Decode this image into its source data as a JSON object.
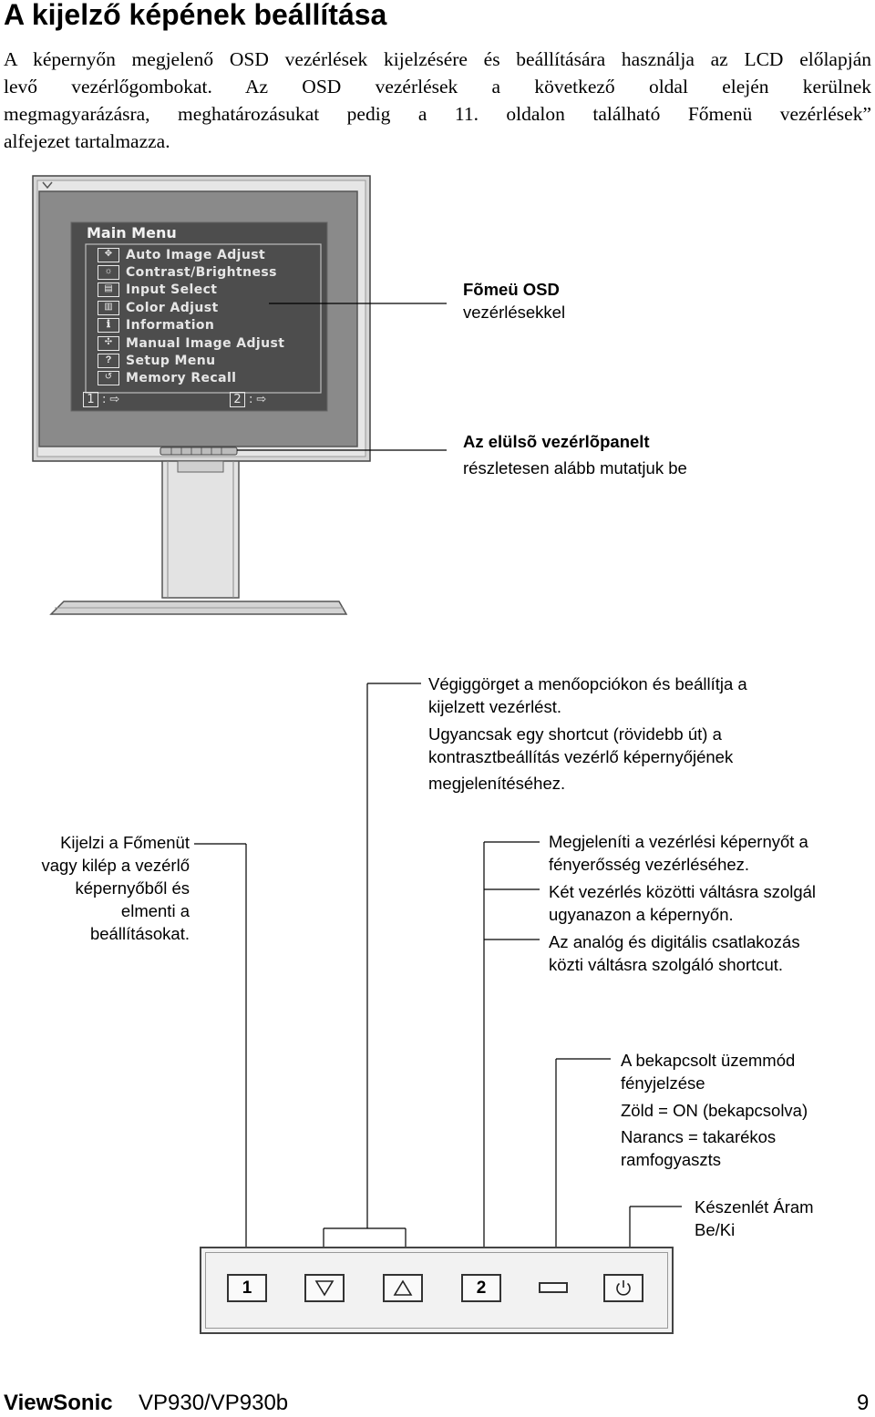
{
  "heading": "A kijelző képének beállítása",
  "intro_lines": [
    "A képernyőn megjelenő OSD vezérlések kijelzésére és beállítására használja az LCD előlapján",
    "levő vezérlőgombokat. Az OSD vezérlések a következő oldal elején kerülnek",
    "megmagyarázásra, meghatározásukat pedig a 11. oldalon található Főmenü vezérlések”",
    "alfejezet tartalmazza."
  ],
  "osd": {
    "title": "Main Menu",
    "items": [
      {
        "label": "Auto Image Adjust",
        "icon": "auto-adjust-icon"
      },
      {
        "label": "Contrast/Brightness",
        "icon": "brightness-icon"
      },
      {
        "label": "Input Select",
        "icon": "input-icon"
      },
      {
        "label": "Color Adjust",
        "icon": "color-icon"
      },
      {
        "label": "Information",
        "icon": "info-icon"
      },
      {
        "label": "Manual Image Adjust",
        "icon": "move-icon"
      },
      {
        "label": "Setup Menu",
        "icon": "question-icon"
      },
      {
        "label": "Memory Recall",
        "icon": "recall-icon"
      }
    ],
    "footer_key1": "1",
    "footer_key2": "2",
    "footer_sep": ":"
  },
  "callouts": {
    "main_menu_title": "Fõmeü OSD",
    "main_menu_sub": "vezérlésekkel",
    "panel_title": "Az elülsõ vezérlõpanelt",
    "panel_sub": "részletesen alább mutatjuk be",
    "scroll_lines": [
      "Végiggörget a menőopciókon és beállítja a",
      "kijelzett vezérlést.",
      "Ugyancsak egy shortcut (rövidebb út) a",
      "kontrasztbeállítás vezérlő képernyőjének",
      "megjelenítéséhez."
    ],
    "button1_lines": [
      "Kijelzi a Főmenüt",
      "vagy kilép a vezérlő",
      "képernyőből és",
      "elmenti a",
      "beállításokat."
    ],
    "button2_lines": [
      "Megjeleníti a vezérlési képernyőt a",
      "fényerősség vezérléséhez.",
      "Két vezérlés közötti váltásra szolgál",
      "ugyanazon a képernyőn.",
      "Az analóg és digitális csatlakozás",
      "közti váltásra szolgáló shortcut."
    ],
    "led_lines": [
      "A bekapcsolt üzemmód",
      "fényjelzése",
      "Zöld = ON (bekapcsolva)",
      "Narancs = takarékos",
      "ramfogyaszts"
    ],
    "power_lines": [
      "Készenlét Áram",
      "Be/Ki"
    ]
  },
  "panel_buttons": {
    "button1": "1",
    "button2": "2"
  },
  "footer": {
    "brand": "ViewSonic",
    "model": "VP930/VP930b",
    "page": "9"
  }
}
